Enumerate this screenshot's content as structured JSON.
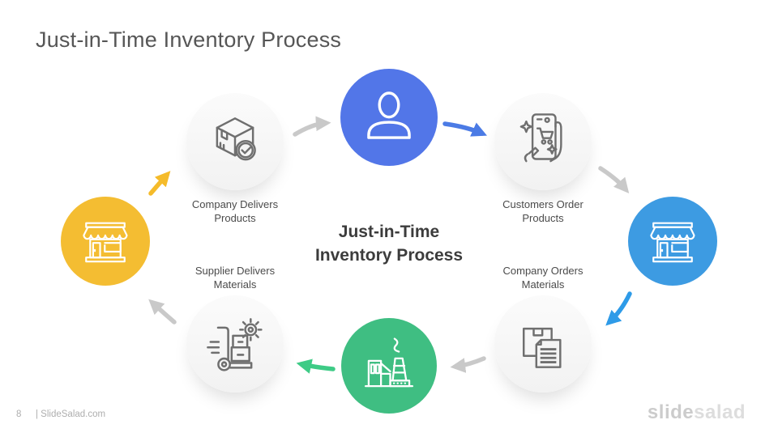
{
  "slide": {
    "title": "Just-in-Time Inventory Process",
    "center_title": "Just-in-Time\nInventory Process",
    "page_number": "8",
    "footer_text": "| SlideSalad.com",
    "brand": {
      "part1": "slide",
      "part2": "salad"
    }
  },
  "process": {
    "nodes": [
      {
        "id": "customer",
        "icon": "person-icon",
        "color": "#5276E8",
        "label": ""
      },
      {
        "id": "customers-order-products",
        "icon": "phone-cart-icon",
        "color": "#F6F6F6",
        "label": "Customers Order\nProducts"
      },
      {
        "id": "retail-store",
        "icon": "storefront-icon",
        "color": "#3D9BE2",
        "label": ""
      },
      {
        "id": "company-orders-materials",
        "icon": "box-document-icon",
        "color": "#F6F6F6",
        "label": "Company Orders\nMaterials"
      },
      {
        "id": "factory",
        "icon": "factory-icon",
        "color": "#3FBE82",
        "label": ""
      },
      {
        "id": "supplier-delivers-materials",
        "icon": "handtruck-gear-icon",
        "color": "#F6F6F6",
        "label": "Supplier Delivers\nMaterials"
      },
      {
        "id": "shop",
        "icon": "storefront-icon",
        "color": "#F4BD32",
        "label": ""
      },
      {
        "id": "company-delivers-products",
        "icon": "box-check-icon",
        "color": "#F6F6F6",
        "label": "Company Delivers\nProducts"
      }
    ],
    "flow": [
      {
        "from": "company-delivers-products",
        "to": "customer",
        "color": "#C9C9C9"
      },
      {
        "from": "customer",
        "to": "customers-order-products",
        "color": "#4B7BE5"
      },
      {
        "from": "customers-order-products",
        "to": "retail-store",
        "color": "#C9C9C9"
      },
      {
        "from": "retail-store",
        "to": "company-orders-materials",
        "color": "#2E9BE8"
      },
      {
        "from": "company-orders-materials",
        "to": "factory",
        "color": "#C9C9C9"
      },
      {
        "from": "factory",
        "to": "supplier-delivers-materials",
        "color": "#3ECB86"
      },
      {
        "from": "supplier-delivers-materials",
        "to": "shop",
        "color": "#C9C9C9"
      },
      {
        "from": "shop",
        "to": "company-delivers-products",
        "color": "#F5BB2A"
      }
    ],
    "colors": {
      "arrow_gray": "#C9C9C9",
      "arrow_blue_dark": "#4B7BE5",
      "arrow_blue_light": "#2E9BE8",
      "arrow_green": "#3ECB86",
      "arrow_yellow": "#F5BB2A",
      "node_light": "#F6F6F6",
      "icon_gray": "#6F6F6F",
      "text_dark": "#3C3C3C",
      "text_label": "#4B4B4B"
    }
  }
}
